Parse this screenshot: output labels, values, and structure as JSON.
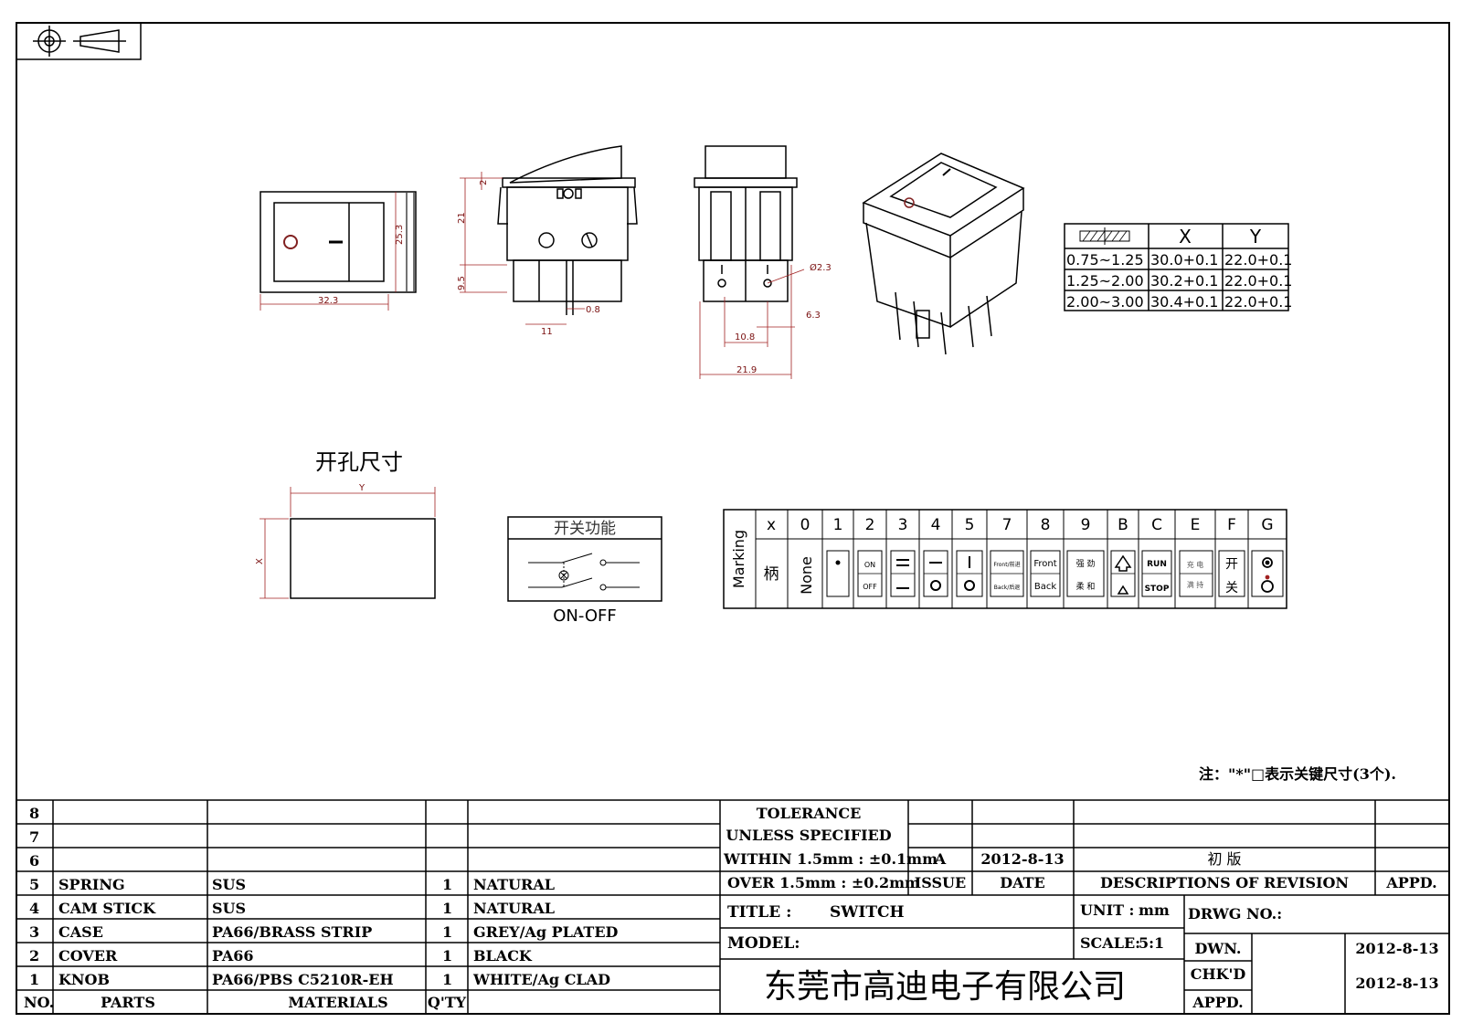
{
  "drawing": {
    "cutout_title": "开孔尺寸",
    "cutout_x_label": "X",
    "cutout_y_label": "Y",
    "function_title": "开关功能",
    "function_label": "ON-OFF",
    "dims": {
      "d_32_3": "32.3",
      "d_25_3": "25.3",
      "d_2": "2",
      "d_21": "21",
      "d_9_5": "9.5",
      "d_0_8": "0.8",
      "d_11": "11",
      "d_phi23": "Ø2.3",
      "d_6_3": "6.3",
      "d_10_8": "10.8",
      "d_21_9": "21.9"
    },
    "note": "注：\"*\"□表示关键尺寸(3个)."
  },
  "cutout_table": {
    "headers": [
      "",
      "X",
      "Y"
    ],
    "rows": [
      [
        "0.75~1.25",
        "30.0+0.1",
        "22.0+0.1"
      ],
      [
        "1.25~2.00",
        "30.2+0.1",
        "22.0+0.1"
      ],
      [
        "2.00~3.00",
        "30.4+0.1",
        "22.0+0.1"
      ]
    ]
  },
  "marking_table": {
    "label": "Marking",
    "codes": [
      "x",
      "0",
      "1",
      "2",
      "3",
      "4",
      "5",
      "7",
      "8",
      "9",
      "B",
      "C",
      "E",
      "F",
      "G"
    ],
    "x_text": "柄",
    "zero_text": "None",
    "c2_top": "ON",
    "c2_bot": "OFF",
    "c7_top": "Front/前进",
    "c7_bot": "Back/后退",
    "c8_top": "Front",
    "c8_bot": "Back",
    "c9_top": "强 劲",
    "c9_bot": "柔 和",
    "cc_top": "RUN",
    "cc_bot": "STOP",
    "ce_top": "充 电",
    "ce_bot": "满 持",
    "cf_top": "开",
    "cf_bot": "关"
  },
  "title_block": {
    "parts_rows": [
      {
        "no": "8",
        "part": "",
        "material": "",
        "qty": "",
        "finish": ""
      },
      {
        "no": "7",
        "part": "",
        "material": "",
        "qty": "",
        "finish": ""
      },
      {
        "no": "6",
        "part": "",
        "material": "",
        "qty": "",
        "finish": ""
      },
      {
        "no": "5",
        "part": "SPRING",
        "material": "SUS",
        "qty": "1",
        "finish": "NATURAL"
      },
      {
        "no": "4",
        "part": "CAM STICK",
        "material": "SUS",
        "qty": "1",
        "finish": "NATURAL"
      },
      {
        "no": "3",
        "part": "CASE",
        "material": "PA66/BRASS STRIP",
        "qty": "1",
        "finish": "GREY/Ag PLATED"
      },
      {
        "no": "2",
        "part": "COVER",
        "material": "PA66",
        "qty": "1",
        "finish": "BLACK"
      },
      {
        "no": "1",
        "part": "KNOB",
        "material": "PA66/PBS C5210R-EH",
        "qty": "1",
        "finish": "WHITE/Ag CLAD"
      }
    ],
    "hdr_no": "NO.",
    "hdr_parts": "PARTS",
    "hdr_materials": "MATERIALS",
    "hdr_qty": "Q'TY",
    "tol_line1": "TOLERANCE",
    "tol_line2": "UNLESS  SPECIFIED",
    "tol_line3": "WITHIN 1.5mm : ±0.1mm",
    "tol_line4": "OVER 1.5mm : ±0.2mm",
    "rev_issue": "A",
    "rev_date": "2012-8-13",
    "rev_desc": "初  版",
    "hdr_issue": "ISSUE",
    "hdr_date": "DATE",
    "hdr_desc": "DESCRIPTIONS  OF  REVISION",
    "hdr_appd": "APPD.",
    "title_label": "TITLE :",
    "title_value": "SWITCH",
    "unit_label": "UNIT :",
    "unit_value": "mm",
    "drwg_label": "DRWG  NO.:",
    "model_label": "MODEL:",
    "scale_label": "SCALE:",
    "scale_value": "5:1",
    "dwn_label": "DWN.",
    "dwn_date": "2012-8-13",
    "chkd_label": "CHK'D",
    "chkd_date": "2012-8-13",
    "appd_label": "APPD.",
    "company": "东莞市高迪电子有限公司"
  }
}
